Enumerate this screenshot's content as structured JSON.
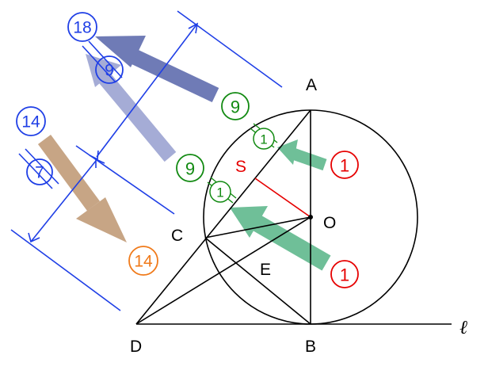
{
  "points": {
    "A": "A",
    "B": "B",
    "C": "C",
    "D": "D",
    "E": "E",
    "O": "O",
    "S": "S"
  },
  "line_label": "ℓ",
  "ratios": {
    "blue_18": "18",
    "blue_9": "9",
    "blue_14": "14",
    "blue_7": "7",
    "green_9_top": "9",
    "green_9_mid": "9",
    "green_1_top": "1",
    "green_1_mid": "1",
    "red_1_top": "1",
    "red_1_bottom": "1",
    "orange_14": "14"
  },
  "colors": {
    "blue": "#1f3fe6",
    "green": "#128a12",
    "red": "#e60000",
    "orange": "#f07a1a",
    "arrow_navy": "#6f7bb6",
    "arrow_lavender": "#a5acd6",
    "arrow_green": "#6fbf98",
    "arrow_tan": "#c7a585"
  }
}
